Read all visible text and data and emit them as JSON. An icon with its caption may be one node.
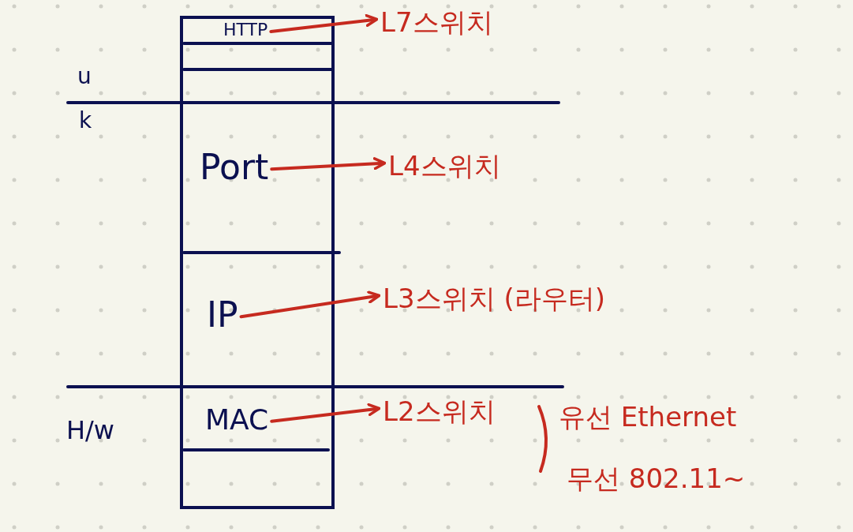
{
  "diagram": {
    "nodes": [
      {
        "text": [],
        "shape": "box"
      },
      {
        "text": [
          "HTTP"
        ],
        "in": 0
      },
      {
        "text": [
          "Port"
        ],
        "in": 0
      },
      {
        "text": [
          "IP"
        ],
        "in": 0
      },
      {
        "text": [
          "MAC"
        ],
        "in": 0
      },
      {
        "text": [
          "L7스위치"
        ]
      },
      {
        "text": [
          "L4스위치"
        ]
      },
      {
        "text": [
          "L3스위치 (라우터)"
        ]
      },
      {
        "text": [
          "L2스위치"
        ]
      }
    ],
    "edges": [
      {
        "from": 1,
        "to": 5,
        "arrow": "to"
      },
      {
        "from": 2,
        "to": 6,
        "arrow": "to"
      },
      {
        "from": 3,
        "to": 7,
        "arrow": "to"
      },
      {
        "from": 4,
        "to": 8,
        "arrow": "to"
      }
    ],
    "labels": [
      "u",
      "k",
      "H/w",
      "유선 Ethernet",
      "무선 802.11~"
    ]
  }
}
